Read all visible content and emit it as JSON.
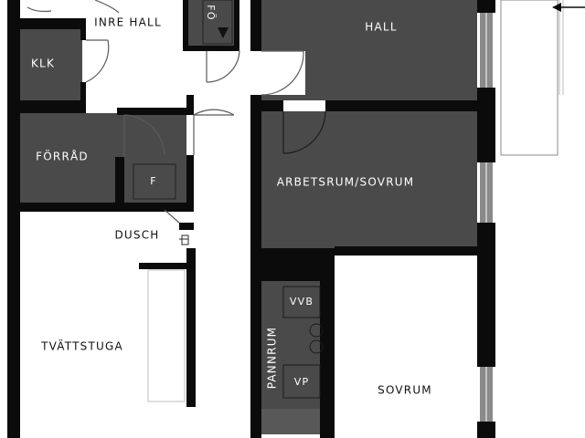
{
  "colors": {
    "wall": "#0b0b0b",
    "room_dark": "#4a4a4a",
    "room_light": "#ffffff",
    "fixture": "#585858",
    "label_on_dark": "#ffffff",
    "label_on_light": "#111111",
    "line_light": "#8a8a8a"
  },
  "rooms": {
    "inre_hall": "INRE HALL",
    "klk": "KLK",
    "hall": "HALL",
    "forrad": "FÖRRÅD",
    "f_closet": "F",
    "arbetsrum": "ARBETSRUM/SOVRUM",
    "dusch": "DUSCH",
    "tvattstuga": "TVÄTTSTUGA",
    "pannrum": "PANNRUM",
    "vvb": "VVB",
    "vp": "VP",
    "sovrum": "SOVRUM",
    "fo_partial": "FÖ"
  },
  "icons": {
    "entry_arrow": "arrow-left-icon",
    "down_arrow": "arrow-down-icon"
  }
}
